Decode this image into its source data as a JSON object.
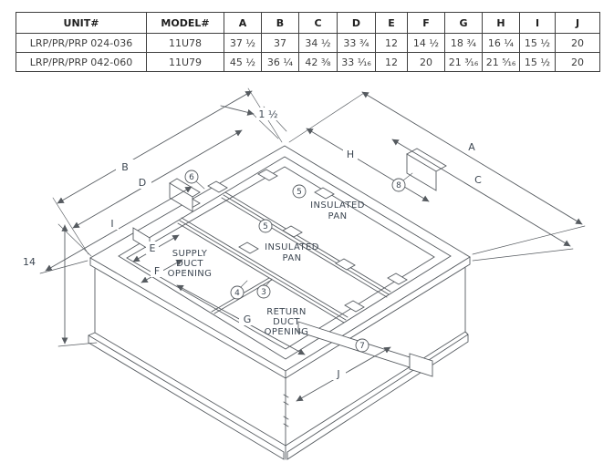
{
  "table": {
    "headers": [
      "UNIT#",
      "MODEL#",
      "A",
      "B",
      "C",
      "D",
      "E",
      "F",
      "G",
      "H",
      "I",
      "J"
    ],
    "rows": [
      {
        "cells": [
          "LRP/PR/PRP 024-036",
          "11U78",
          "37 ½",
          "37",
          "34 ½",
          "33 ¾",
          "12",
          "14 ½",
          "18 ¾",
          "16 ¼",
          "15 ½",
          "20"
        ]
      },
      {
        "cells": [
          "LRP/PR/PRP 042-060",
          "11U79",
          "45 ½",
          "36 ¼",
          "42 ⅜",
          "33 ¹⁄₁₆",
          "12",
          "20",
          "21 ³⁄₁₆",
          "21 ⁵⁄₁₆",
          "15 ½",
          "20"
        ]
      }
    ]
  },
  "diagram": {
    "dims": {
      "a": "A",
      "b": "B",
      "c": "C",
      "d": "D",
      "e": "E",
      "f": "F",
      "g": "G",
      "h": "H",
      "i": "I",
      "j": "J",
      "height14": "14",
      "flange": "1 ½"
    },
    "callouts": {
      "n3": "3",
      "n4": "4",
      "n5": "5",
      "n6": "6",
      "n7": "7",
      "n8": "8"
    },
    "labels": {
      "pan": [
        "INSULATED",
        "PAN"
      ],
      "supply": [
        "SUPPLY",
        "DUCT",
        "OPENING"
      ],
      "return": [
        "RETURN",
        "DUCT",
        "OPENING"
      ]
    },
    "colors": {
      "line": "#565b60",
      "text": "#3d4752"
    }
  }
}
